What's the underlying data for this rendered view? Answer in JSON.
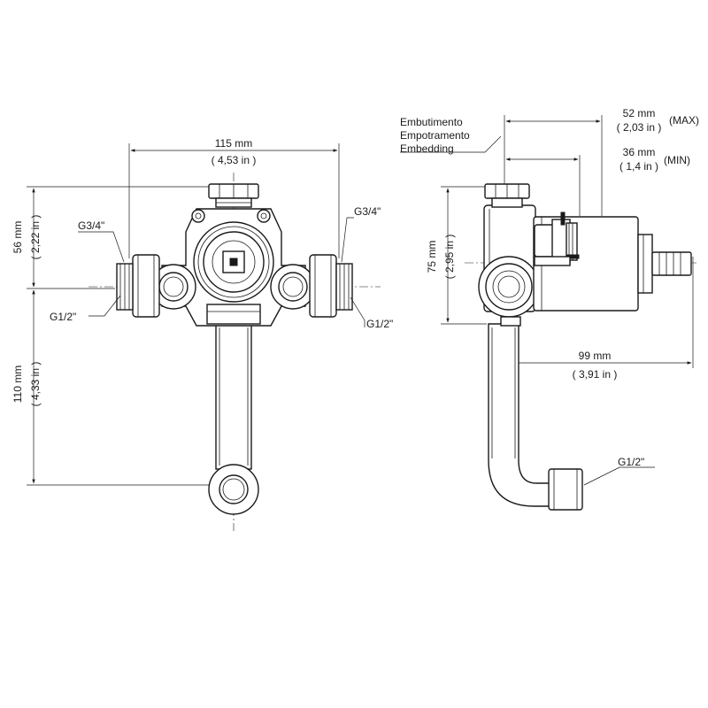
{
  "front_view": {
    "width_mm": "115 mm",
    "width_in": "( 4,53 in )",
    "top_height_mm": "56 mm",
    "top_height_in": "( 2,22 in )",
    "bottom_height_mm": "110 mm",
    "bottom_height_in": "( 4,33 in )",
    "thread_left_top": "G3/4\"",
    "thread_right_top": "G3/4\"",
    "thread_left_bottom": "G1/2\"",
    "thread_right_bottom": "G1/2\""
  },
  "side_view": {
    "embed_label_pt": "Embutimento",
    "embed_label_es": "Empotramento",
    "embed_label_en": "Embedding",
    "max_mm": "52 mm",
    "max_in": "( 2,03 in )",
    "max_tag": "(MAX)",
    "min_mm": "36 mm",
    "min_in": "( 1,4 in )",
    "min_tag": "(MIN)",
    "height_mm": "75 mm",
    "height_in": "( 2,95 in )",
    "depth_mm": "99 mm",
    "depth_in": "( 3,91 in )",
    "thread_outlet": "G1/2\""
  }
}
